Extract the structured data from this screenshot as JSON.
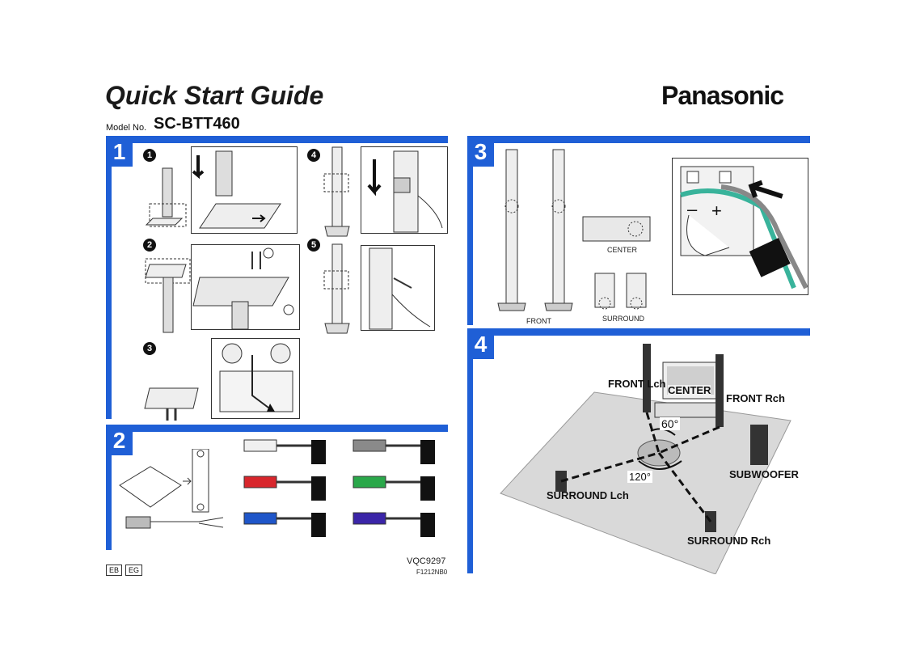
{
  "header": {
    "title": "Quick Start Guide",
    "model_label": "Model No.",
    "model": "SC-BTT460",
    "brand": "Panasonic"
  },
  "sections": {
    "s1": "1",
    "s2": "2",
    "s3": "3",
    "s4": "4"
  },
  "steps": {
    "one": "1",
    "two": "2",
    "three": "3",
    "four": "4",
    "five": "5"
  },
  "section3": {
    "front": "FRONT",
    "center": "CENTER",
    "surround": "SURROUND"
  },
  "section4": {
    "front_l": "FRONT Lch",
    "front_r": "FRONT Rch",
    "center": "CENTER",
    "angle_60": "60°",
    "angle_120": "120°",
    "subwoofer": "SUBWOOFER",
    "surround_l": "SURROUND Lch",
    "surround_r": "SURROUND Rch"
  },
  "footer": {
    "code": "VQC9297",
    "code2": "F1212NB0",
    "tag1": "EB",
    "tag2": "EG"
  },
  "colors": {
    "accent": "#1f5fd6",
    "red": "#d8262c",
    "blue": "#1f56c9",
    "green": "#2aa84a",
    "purple": "#3b25a8",
    "gray": "#8a8a8a",
    "white": "#f0f0f0",
    "teal": "#39b39b"
  }
}
